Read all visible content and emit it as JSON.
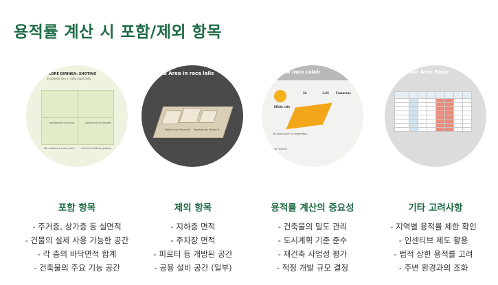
{
  "title": "용적률 계산 시 포함/제외 항목",
  "images": {
    "c1": {
      "heading": "FLORE DIRINEA: SHOTING",
      "subheading": "Includeds ane + ratio copil fiolly",
      "label_left": "Indusenlet\nnet Exlrilt",
      "label_right": "Exbermnt\nnet floneffs",
      "footer_left": "We nauponce suia ly sonl",
      "footer_right": "Carrvren ibotnes ypowny"
    },
    "c2": {
      "heading": "ded Area in raca lalls",
      "rooms": [
        "Paktiny lout",
        "Pace olit",
        "Paerting toc",
        "Pacrlol It"
      ]
    },
    "c3": {
      "heading": "area inpo calab",
      "effein": "Effein rale",
      "n1": "1.45",
      "n2": "34",
      "n3": "Frasarsos",
      "caption": "Wt anplirsonm in sregelation",
      "caption2": "Ivarl tusenk"
    },
    "c4": {
      "heading": "loor Area Ratio"
    }
  },
  "columns": [
    {
      "title": "포함 항목",
      "items": [
        "- 주거층, 상가층 등 실면적",
        "- 건물의 실제 사용 가능한 공간",
        "- 각 층의 바닥면적 합계",
        "- 건축물의 주요 기능 공간"
      ]
    },
    {
      "title": "제외 항목",
      "items": [
        "- 지하층 면적",
        "- 주차장 면적",
        "- 피로티 등 개방된 공간",
        "- 공용 설비 공간 (일부)"
      ]
    },
    {
      "title": "용적률 계산의 중요성",
      "items": [
        "- 건축물의 밀도 관리",
        "- 도시계획 기준 준수",
        "- 재건축 사업성 평가",
        "- 적정 개발 규모 결정"
      ]
    },
    {
      "title": "기타 고려사항",
      "items": [
        "- 지역별 용적률 제한 확인",
        "- 인센티브 제도 활용",
        "- 법적 상한 용적률 고려",
        "- 주변 환경과의 조화"
      ]
    }
  ]
}
